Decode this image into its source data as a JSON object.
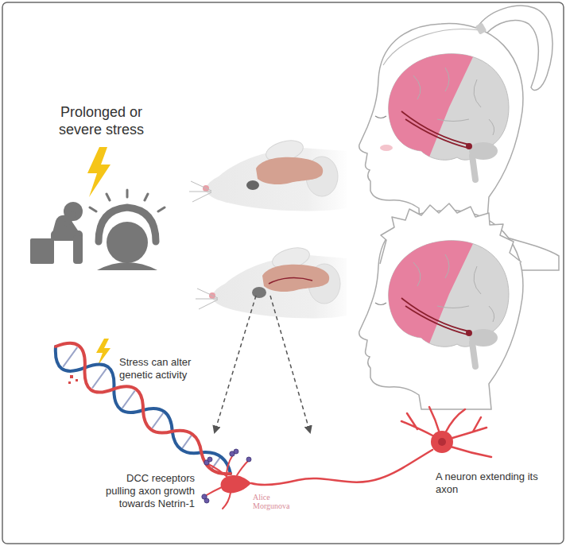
{
  "diagram": {
    "labels": [
      "Prolonged or severe stress",
      "Stress can alter genetic activity",
      "DCC receptors pulling axon growth towards Netrin-1",
      "A neuron extending its axon",
      "Alice Morgunova"
    ]
  }
}
